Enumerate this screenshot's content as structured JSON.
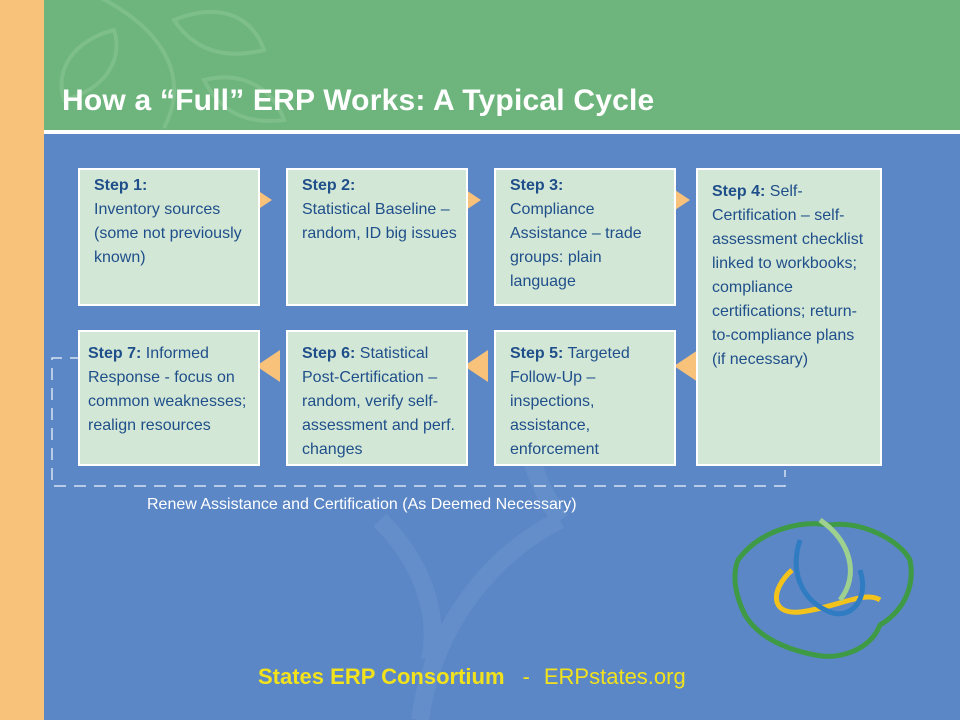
{
  "title": "How a “Full” ERP Works: A Typical Cycle",
  "steps": [
    {
      "id": 1,
      "label": "Step 1:",
      "text": "Inventory sources (some not previously known)"
    },
    {
      "id": 2,
      "label": "Step 2:",
      "text": "Statistical Baseline – random, ID big issues"
    },
    {
      "id": 3,
      "label": "Step 3:",
      "text": "Compliance Assistance – trade groups: plain language"
    },
    {
      "id": 4,
      "label": "Step 4:",
      "text": "Self-Certification – self-assessment checklist linked to workbooks; compliance certifications; return-to-compliance plans (if necessary)"
    },
    {
      "id": 5,
      "label": "Step 5:",
      "text": "Targeted Follow-Up – inspections, assistance, enforcement"
    },
    {
      "id": 6,
      "label": "Step 6:",
      "text": "Statistical Post-Certification – random, verify self-assessment and perf. changes"
    },
    {
      "id": 7,
      "label": "Step 7:",
      "text": "Informed Response - focus on common weaknesses; realign resources"
    }
  ],
  "renew_label": "Renew Assistance and Certification (As Deemed Necessary)",
  "footer": {
    "org": "States ERP Consortium",
    "separator": "-",
    "url": "ERPstates.org"
  },
  "colors": {
    "header_green": "#6db57c",
    "body_blue": "#5b87c6",
    "left_strip": "#f9c27a",
    "box_fill": "#d3e7d6",
    "box_text": "#1f4f8a",
    "arrow": "#f9c27a",
    "footer_text": "#f2e21c"
  }
}
